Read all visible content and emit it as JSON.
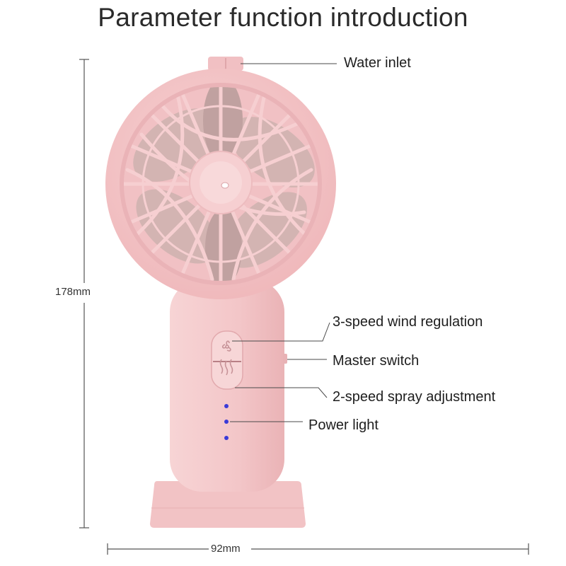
{
  "title": "Parameter function introduction",
  "callouts": {
    "water_inlet": "Water inlet",
    "wind_regulation": "3-speed wind regulation",
    "master_switch": "Master switch",
    "spray_adjustment": "2-speed spray adjustment",
    "power_light": "Power light"
  },
  "dimensions": {
    "height": "178mm",
    "width": "92mm"
  },
  "colors": {
    "body_pink": "#f4c7c9",
    "grille_pink": "#f0b9bd",
    "power_led_blue": "#3a3ad8"
  }
}
